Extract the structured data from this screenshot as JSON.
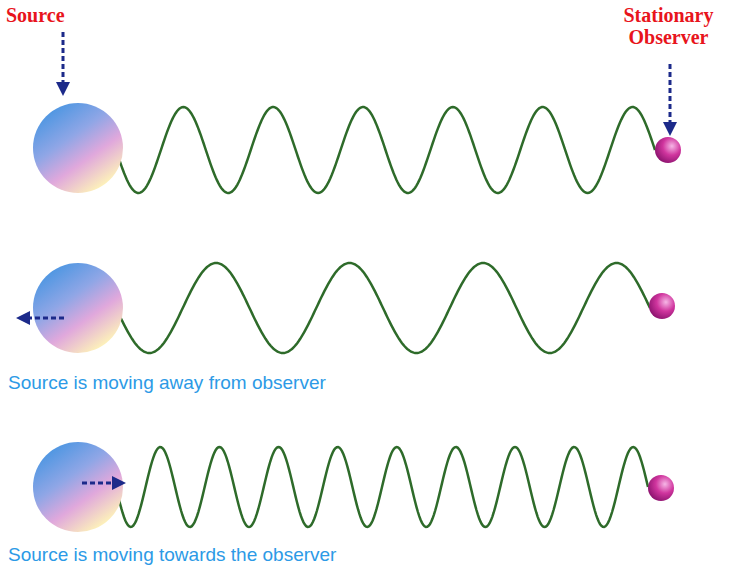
{
  "diagram": {
    "labels": [
      "Source",
      "Stationary Observer",
      "Source is moving away from observer",
      "Source is moving towards the observer"
    ]
  }
}
